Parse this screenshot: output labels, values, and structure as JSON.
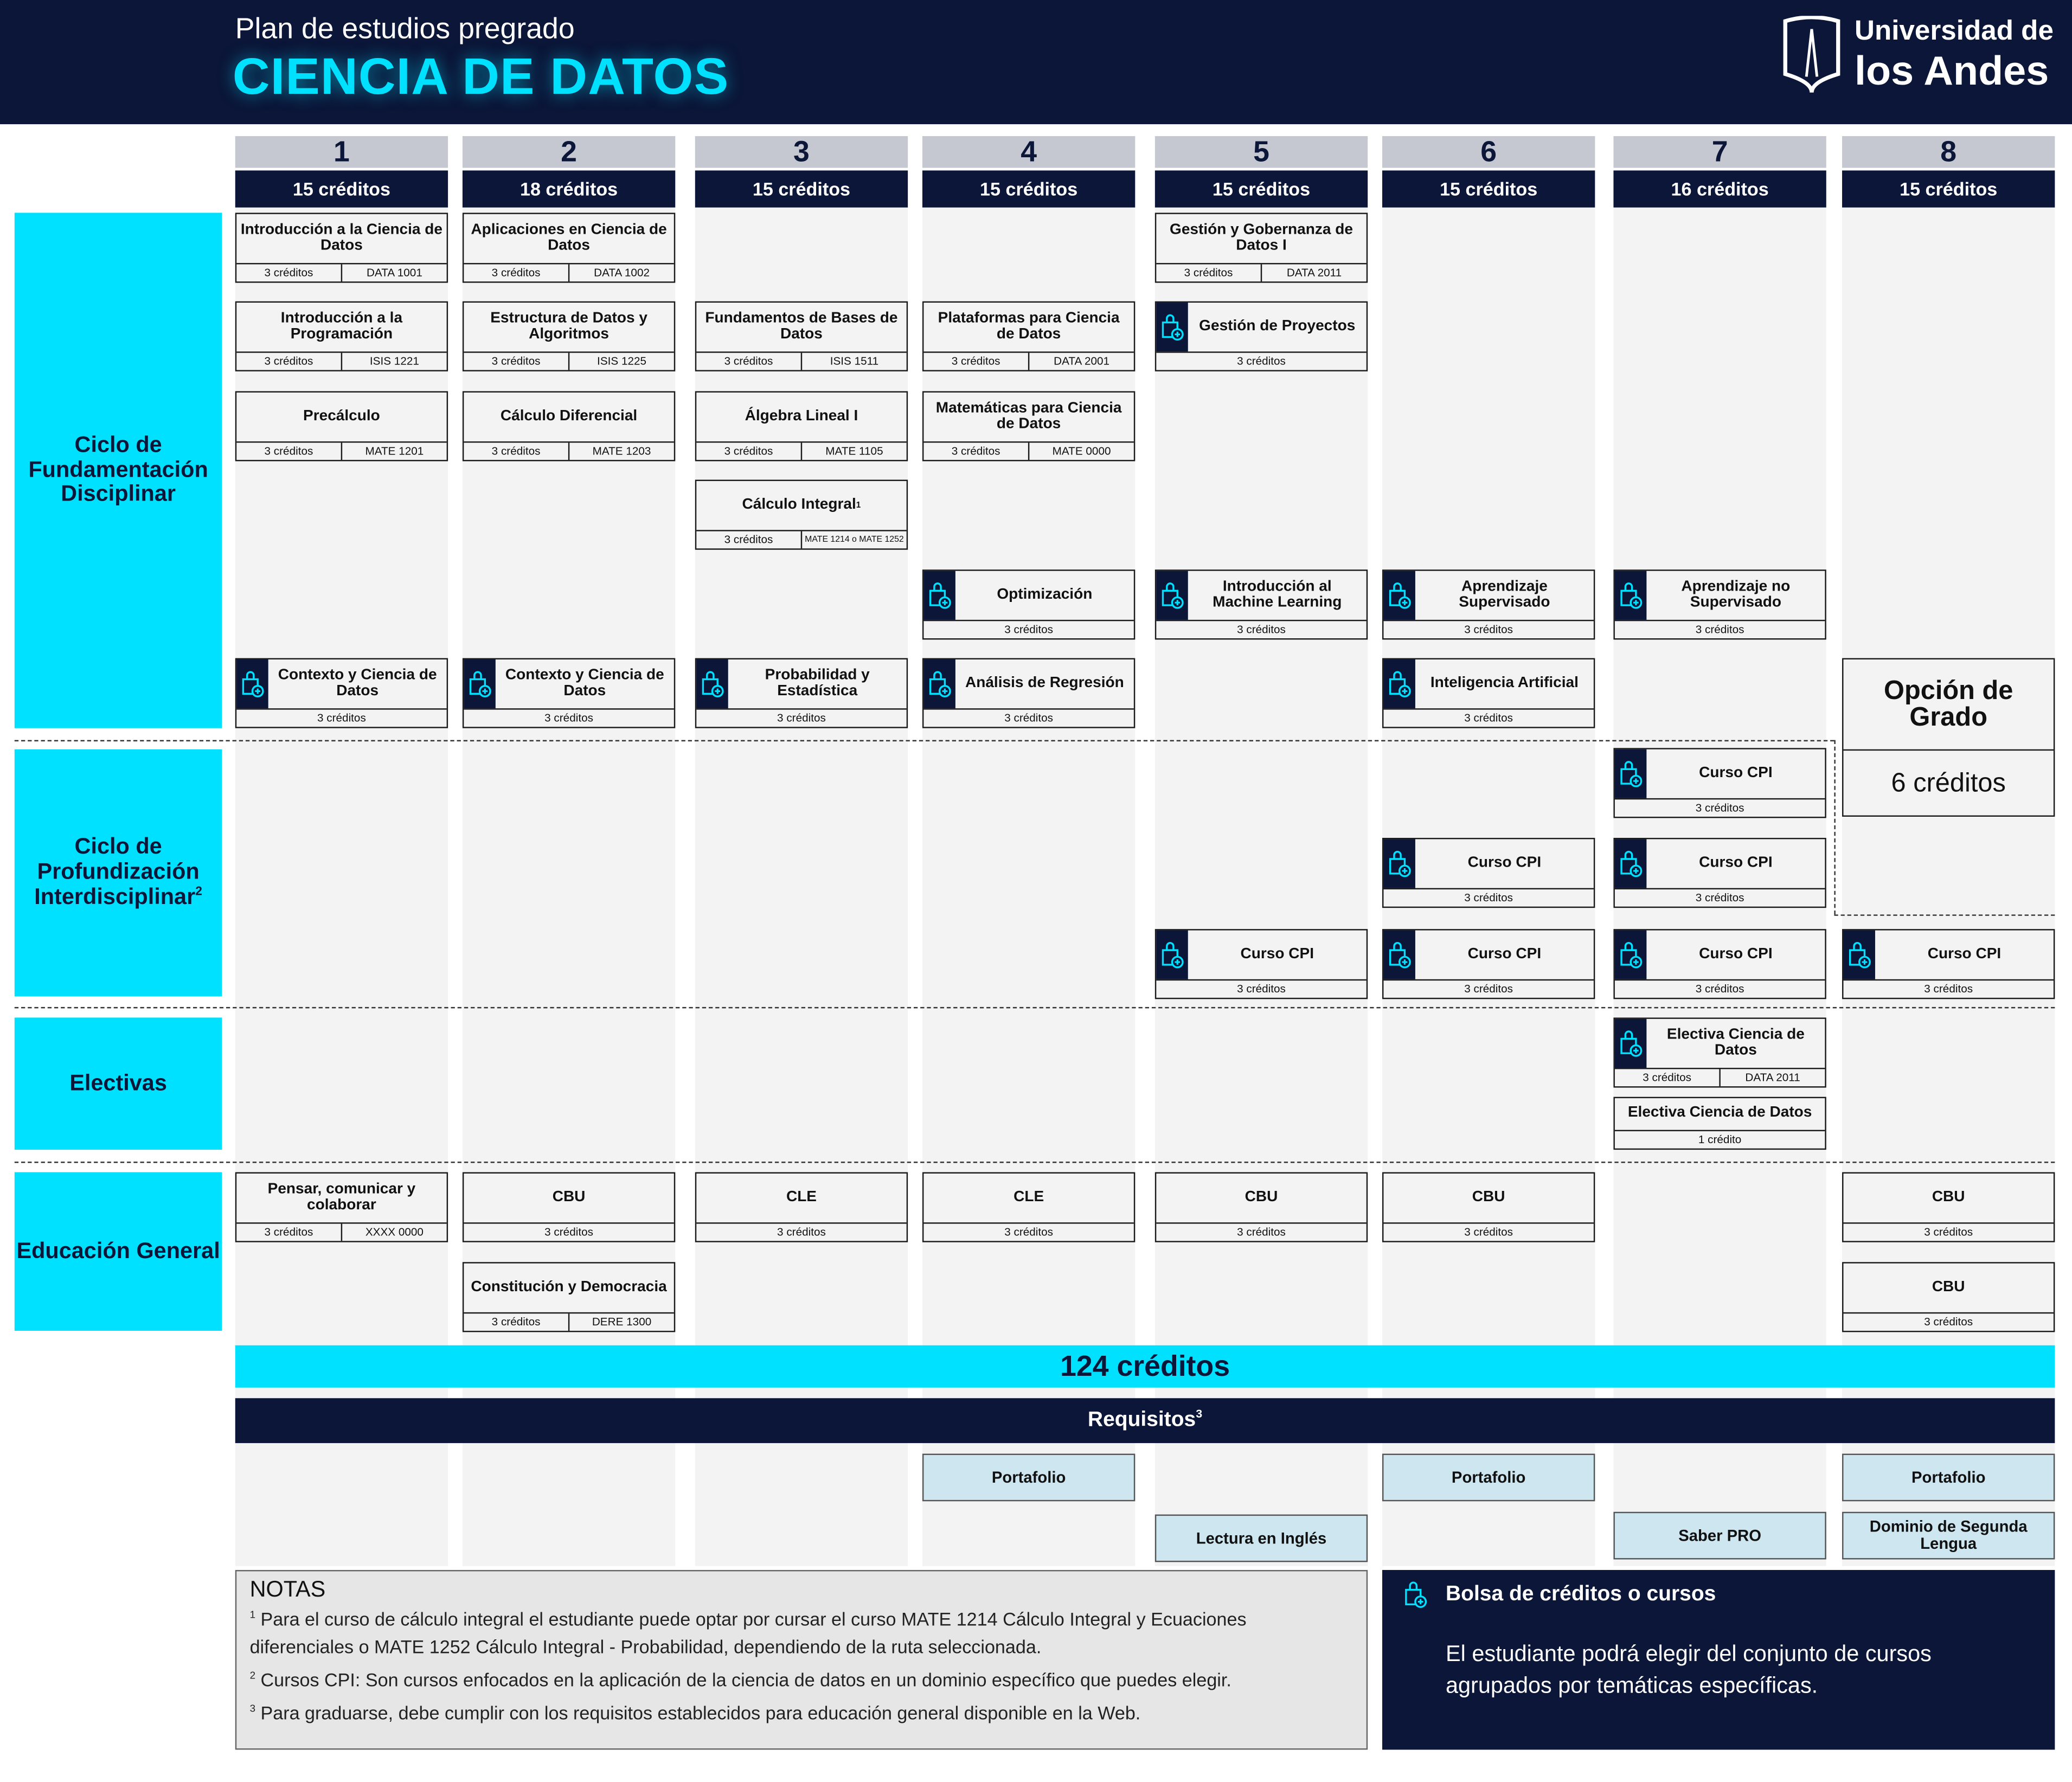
{
  "header": {
    "subtitle": "Plan de estudios pregrado",
    "title": "CIENCIA DE DATOS",
    "logo_line1": "Universidad de",
    "logo_line2": "los Andes"
  },
  "colors": {
    "navy": "#0b1638",
    "cyan": "#00e1ff",
    "requirement": "#cde6f0"
  },
  "semesters": [
    {
      "number": "1",
      "credits": "15 créditos"
    },
    {
      "number": "2",
      "credits": "18 créditos"
    },
    {
      "number": "3",
      "credits": "15 créditos"
    },
    {
      "number": "4",
      "credits": "15 créditos"
    },
    {
      "number": "5",
      "credits": "15 créditos"
    },
    {
      "number": "6",
      "credits": "15 créditos"
    },
    {
      "number": "7",
      "credits": "16 créditos"
    },
    {
      "number": "8",
      "credits": "15 créditos"
    }
  ],
  "rows": [
    {
      "label": "Ciclo de Fundamentación Disciplinar",
      "note_ref": ""
    },
    {
      "label": "Ciclo de Profundización Interdisciplinar",
      "note_ref": "2"
    },
    {
      "label": "Electivas",
      "note_ref": ""
    },
    {
      "label": "Educación General",
      "note_ref": ""
    }
  ],
  "courses": [
    {
      "semester": 1,
      "title": "Introducción a la Ciencia de Datos",
      "credits": "3 créditos",
      "code": "DATA 1001",
      "bolsa": false
    },
    {
      "semester": 2,
      "title": "Aplicaciones en Ciencia de Datos",
      "credits": "3 créditos",
      "code": "DATA 1002",
      "bolsa": false
    },
    {
      "semester": 5,
      "title": "Gestión y Gobernanza de Datos I",
      "credits": "3 créditos",
      "code": "DATA 2011",
      "bolsa": false
    },
    {
      "semester": 1,
      "title": "Introducción a la Programación",
      "credits": "3 créditos",
      "code": "ISIS 1221",
      "bolsa": false
    },
    {
      "semester": 2,
      "title": "Estructura de Datos y Algoritmos",
      "credits": "3 créditos",
      "code": "ISIS 1225",
      "bolsa": false
    },
    {
      "semester": 3,
      "title": "Fundamentos de Bases de Datos",
      "credits": "3 créditos",
      "code": "ISIS 1511",
      "bolsa": false
    },
    {
      "semester": 4,
      "title": "Plataformas para Ciencia de Datos",
      "credits": "3 créditos",
      "code": "DATA 2001",
      "bolsa": false
    },
    {
      "semester": 5,
      "title": "Gestión de Proyectos",
      "credits": "3 créditos",
      "code": "",
      "bolsa": true
    },
    {
      "semester": 1,
      "title": "Precálculo",
      "credits": "3 créditos",
      "code": "MATE 1201",
      "bolsa": false
    },
    {
      "semester": 2,
      "title": "Cálculo Diferencial",
      "credits": "3 créditos",
      "code": "MATE 1203",
      "bolsa": false
    },
    {
      "semester": 3,
      "title": "Álgebra Lineal I",
      "credits": "3 créditos",
      "code": "MATE 1105",
      "bolsa": false
    },
    {
      "semester": 4,
      "title": "Matemáticas para Ciencia de Datos",
      "credits": "3 créditos",
      "code": "MATE 0000",
      "bolsa": false
    },
    {
      "semester": 3,
      "title": "Cálculo Integral",
      "note_ref": "1",
      "credits": "3 créditos",
      "code": "MATE 1214 o MATE 1252",
      "bolsa": false
    },
    {
      "semester": 4,
      "title": "Optimización",
      "credits": "3 créditos",
      "code": "",
      "bolsa": true
    },
    {
      "semester": 5,
      "title": "Introducción al Machine Learning",
      "credits": "3 créditos",
      "code": "",
      "bolsa": true
    },
    {
      "semester": 6,
      "title": "Aprendizaje Supervisado",
      "credits": "3 créditos",
      "code": "",
      "bolsa": true
    },
    {
      "semester": 7,
      "title": "Aprendizaje no Supervisado",
      "credits": "3 créditos",
      "code": "",
      "bolsa": true
    },
    {
      "semester": 1,
      "title": "Contexto y Ciencia de Datos",
      "credits": "3 créditos",
      "code": "",
      "bolsa": true
    },
    {
      "semester": 2,
      "title": "Contexto y Ciencia de Datos",
      "credits": "3 créditos",
      "code": "",
      "bolsa": true
    },
    {
      "semester": 3,
      "title": "Probabilidad y Estadística",
      "credits": "3 créditos",
      "code": "",
      "bolsa": true
    },
    {
      "semester": 4,
      "title": "Análisis de Regresión",
      "credits": "3 créditos",
      "code": "",
      "bolsa": true
    },
    {
      "semester": 6,
      "title": "Inteligencia Artificial",
      "credits": "3 créditos",
      "code": "",
      "bolsa": true
    },
    {
      "semester": 7,
      "title": "Curso CPI",
      "credits": "3 créditos",
      "code": "",
      "bolsa": true
    },
    {
      "semester": 6,
      "title": "Curso CPI",
      "credits": "3 créditos",
      "code": "",
      "bolsa": true
    },
    {
      "semester": 7,
      "title": "Curso CPI",
      "credits": "3 créditos",
      "code": "",
      "bolsa": true
    },
    {
      "semester": 5,
      "title": "Curso CPI",
      "credits": "3 créditos",
      "code": "",
      "bolsa": true
    },
    {
      "semester": 6,
      "title": "Curso CPI",
      "credits": "3 créditos",
      "code": "",
      "bolsa": true
    },
    {
      "semester": 7,
      "title": "Curso CPI",
      "credits": "3 créditos",
      "code": "",
      "bolsa": true
    },
    {
      "semester": 8,
      "title": "Curso CPI",
      "credits": "3 créditos",
      "code": "",
      "bolsa": true
    },
    {
      "semester": 7,
      "title": "Electiva Ciencia de Datos",
      "credits": "3 créditos",
      "code": "DATA 2011",
      "bolsa": true
    },
    {
      "semester": 7,
      "title": "Electiva Ciencia de Datos",
      "credits": "1 crédito",
      "code": "",
      "bolsa": false
    },
    {
      "semester": 1,
      "title": "Pensar, comunicar y colaborar",
      "credits": "3 créditos",
      "code": "XXXX 0000",
      "bolsa": false
    },
    {
      "semester": 2,
      "title": "CBU",
      "credits": "3 créditos",
      "code": "",
      "bolsa": false
    },
    {
      "semester": 3,
      "title": "CLE",
      "credits": "3 créditos",
      "code": "",
      "bolsa": false
    },
    {
      "semester": 4,
      "title": "CLE",
      "credits": "3 créditos",
      "code": "",
      "bolsa": false
    },
    {
      "semester": 5,
      "title": "CBU",
      "credits": "3 créditos",
      "code": "",
      "bolsa": false
    },
    {
      "semester": 6,
      "title": "CBU",
      "credits": "3 créditos",
      "code": "",
      "bolsa": false
    },
    {
      "semester": 8,
      "title": "CBU",
      "credits": "3 créditos",
      "code": "",
      "bolsa": false
    },
    {
      "semester": 2,
      "title": "Constitución y Democracia",
      "credits": "3 créditos",
      "code": "DERE 1300",
      "bolsa": false
    },
    {
      "semester": 8,
      "title": "CBU",
      "credits": "3 créditos",
      "code": "",
      "bolsa": false
    }
  ],
  "opcion_grado": {
    "title": "Opción de Grado",
    "credits": "6 créditos"
  },
  "total": "124 créditos",
  "requisitos": {
    "label": "Requisitos",
    "note_ref": "3",
    "items": [
      {
        "semester": 4,
        "label": "Portafolio"
      },
      {
        "semester": 5,
        "label": "Lectura en Inglés"
      },
      {
        "semester": 6,
        "label": "Portafolio"
      },
      {
        "semester": 7,
        "label": "Saber PRO"
      },
      {
        "semester": 8,
        "label": "Portafolio"
      },
      {
        "semester": 8,
        "label": "Dominio de Segunda Lengua"
      }
    ]
  },
  "notes": {
    "title": "NOTAS",
    "items": [
      {
        "ref": "1",
        "text": "Para el curso de cálculo integral el estudiante puede optar por cursar el curso MATE 1214 Cálculo Integral y Ecuaciones diferenciales o MATE 1252 Cálculo Integral - Probabilidad, dependiendo de la ruta seleccionada."
      },
      {
        "ref": "2",
        "text": "Cursos CPI: Son cursos enfocados en la aplicación de la ciencia de datos en un dominio específico que puedes elegir."
      },
      {
        "ref": "3",
        "text": "Para graduarse, debe cumplir con los requisitos establecidos para educación general disponible en la Web."
      }
    ]
  },
  "bolsa": {
    "title": "Bolsa de créditos o cursos",
    "text": "El estudiante podrá elegir del conjunto de cursos agrupados por temáticas específicas."
  }
}
